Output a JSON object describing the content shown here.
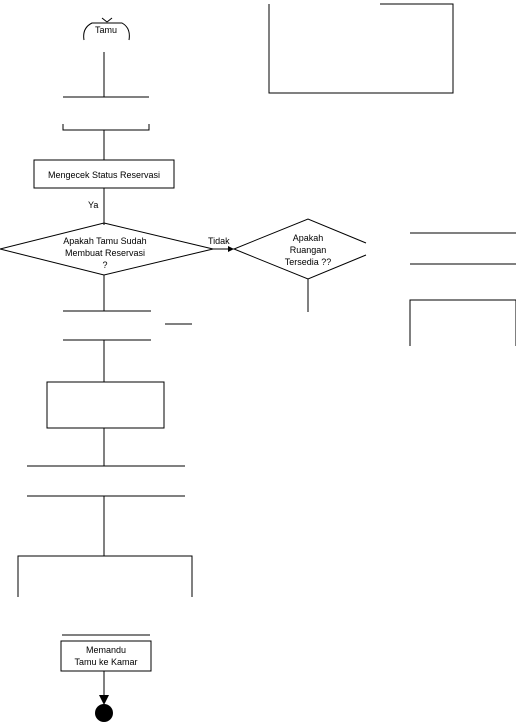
{
  "flowchart": {
    "start": "Tamu",
    "step_check": "Mengecek Status Reservasi",
    "edge_yes": "Ya",
    "decision_reservation": [
      "Apakah Tamu Sudah",
      "Membuat Reservasi",
      "?"
    ],
    "edge_no": "Tidak",
    "decision_room": [
      "Apakah",
      "Ruangan",
      "Tersedia ??"
    ],
    "step_escort": [
      "Memandu",
      "Tamu ke Kamar"
    ]
  }
}
